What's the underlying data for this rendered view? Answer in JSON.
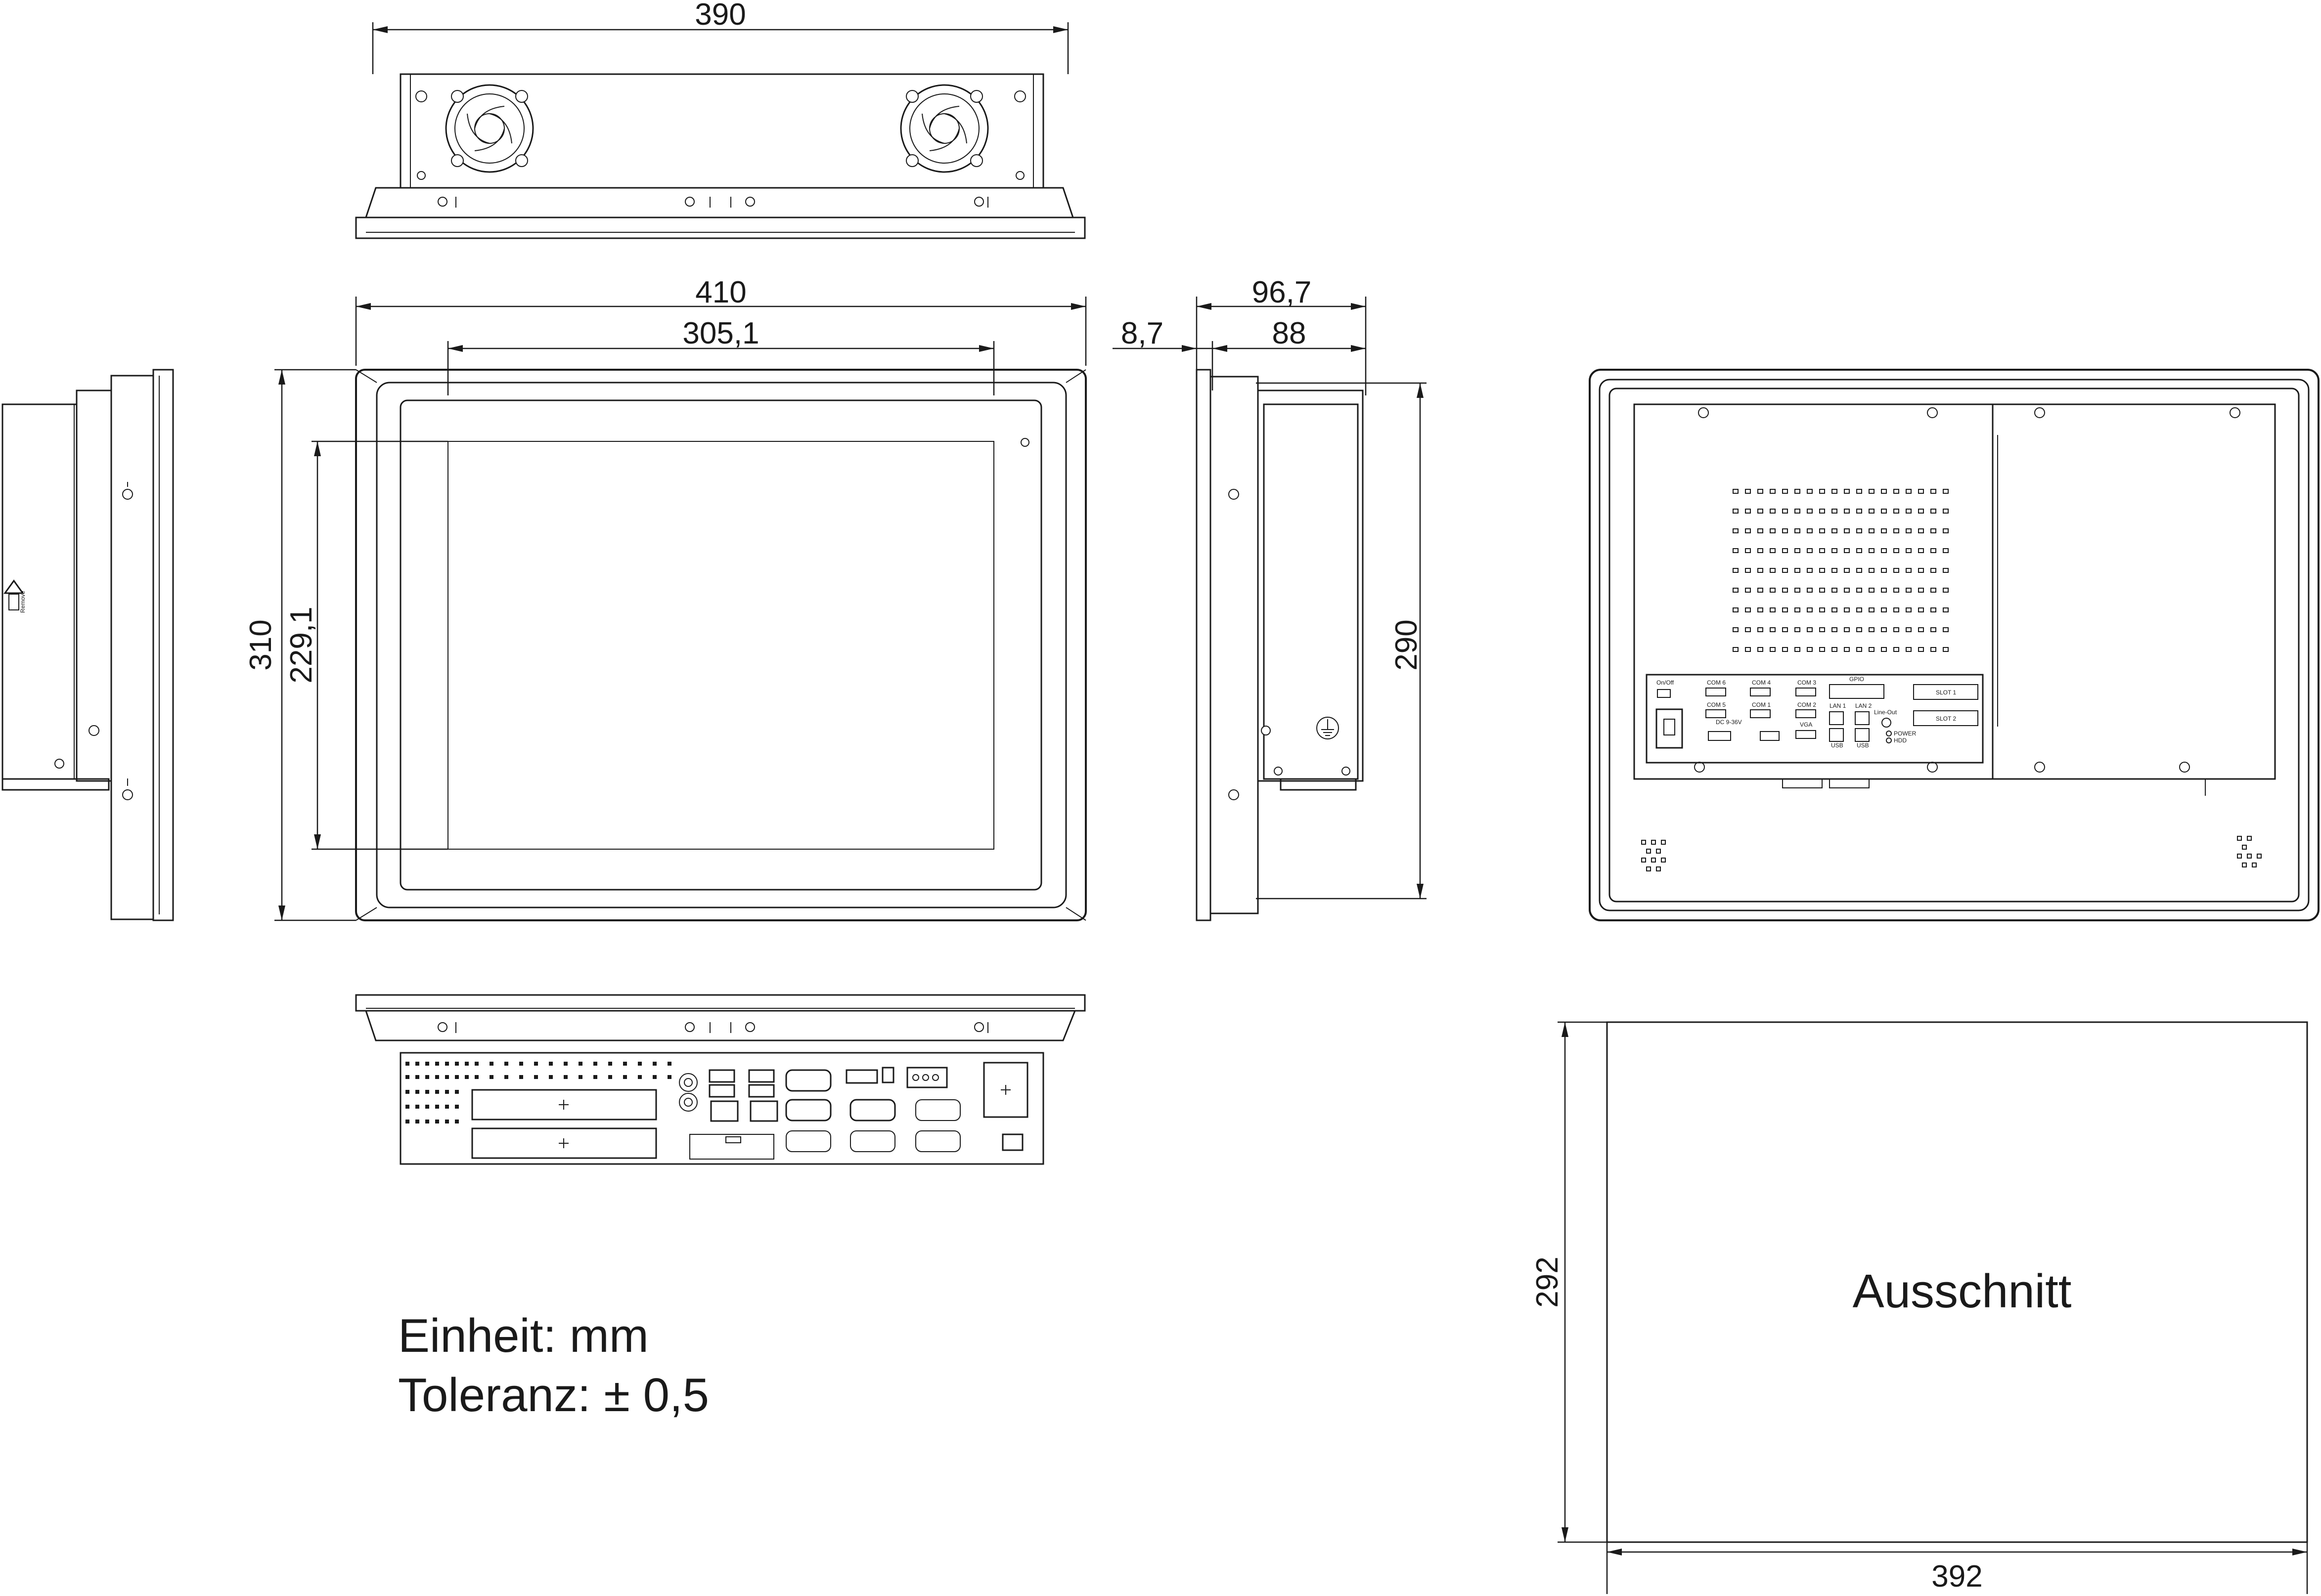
{
  "dimensions": {
    "top_width": "390",
    "front_width": "410",
    "front_inner_width": "305,1",
    "front_height": "310",
    "front_inner_height": "229,1",
    "side_bezel": "8,7",
    "side_depth": "88",
    "side_total_depth": "96,7",
    "side_height": "290",
    "cutout_height": "292",
    "cutout_width": "392"
  },
  "labels": {
    "cutout": "Ausschnitt",
    "unit": "Einheit: mm",
    "tolerance": "Toleranz: ± 0,5"
  },
  "rear_labels": {
    "on_off": "On/Off",
    "com1": "COM 1",
    "com2": "COM 2",
    "com3": "COM 3",
    "com4": "COM 4",
    "com5": "COM 5",
    "com6": "COM 6",
    "gpio": "GPIO",
    "lan1": "LAN 1",
    "lan2": "LAN 2",
    "usb": "USB",
    "vga": "VGA",
    "dc_in": "DC 9-36V",
    "line_out": "Line-Out",
    "power": "POWER",
    "hdd": "HDD",
    "slot1": "SLOT 1",
    "slot2": "SLOT 2"
  },
  "side_label": "Remove"
}
